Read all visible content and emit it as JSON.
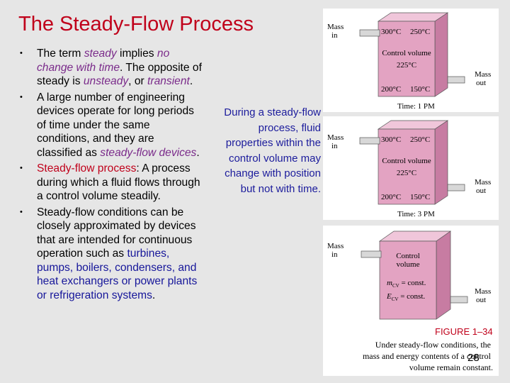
{
  "title": "The Steady-Flow Process",
  "bullets": {
    "b1": {
      "t1": "The term ",
      "t2": "steady",
      "t3": " implies ",
      "t4": "no change with time",
      "t5": ". The opposite of steady is ",
      "t6": "unsteady",
      "t7": ", or ",
      "t8": "transient",
      "t9": "."
    },
    "b2": {
      "t1": "A large number of engineering devices operate for long periods of time under the same conditions, and they are classified as ",
      "t2": "steady-flow devices",
      "t3": "."
    },
    "b3": {
      "t1": "Steady-flow process",
      "t2": ": A process during which a fluid flows through a control volume steadily."
    },
    "b4": {
      "t1": "Steady-flow conditions can be closely approximated by devices that are intended for continuous operation such as ",
      "t2": "turbines, pumps, boilers, condensers, and heat exchangers or power plants or refrigeration systems",
      "t3": "."
    }
  },
  "side_note": "During a steady-flow process, fluid properties within the control volume may change with position but not with time.",
  "figure1": {
    "mass_in": [
      "Mass",
      "in"
    ],
    "mass_out": [
      "Mass",
      "out"
    ],
    "t_top_left": "300°C",
    "t_top_right": "250°C",
    "cv_label": "Control volume",
    "t_mid": "225°C",
    "t_bottom_left": "200°C",
    "t_bottom_right": "150°C",
    "time": "Time: 1 PM"
  },
  "figure2": {
    "mass_in": [
      "Mass",
      "in"
    ],
    "mass_out": [
      "Mass",
      "out"
    ],
    "t_top_left": "300°C",
    "t_top_right": "250°C",
    "cv_label": "Control volume",
    "t_mid": "225°C",
    "t_bottom_left": "200°C",
    "t_bottom_right": "150°C",
    "time": "Time: 3 PM"
  },
  "figure3": {
    "mass_in": [
      "Mass",
      "in"
    ],
    "mass_out": [
      "Mass",
      "out"
    ],
    "cv_label": [
      "Control",
      "volume"
    ],
    "m_sym": "m",
    "m_sub": "CV",
    "m_eq": " = const.",
    "e_sym": "E",
    "e_sub": "CV",
    "e_eq": " = const.",
    "fig_label": "FIGURE 1–34",
    "caption": [
      "Under steady-flow conditions, the",
      "mass and energy contents of a control",
      "volume remain constant."
    ]
  },
  "page_number": "28",
  "colors": {
    "title_red": "#c0001a",
    "term_purple": "#7a2a8a",
    "device_blue": "#16169a",
    "note_blue": "#1c1c9c",
    "box_pink": "#e3a3c2",
    "box_side": "#c77ca2",
    "figure_label": "#c0001a"
  }
}
